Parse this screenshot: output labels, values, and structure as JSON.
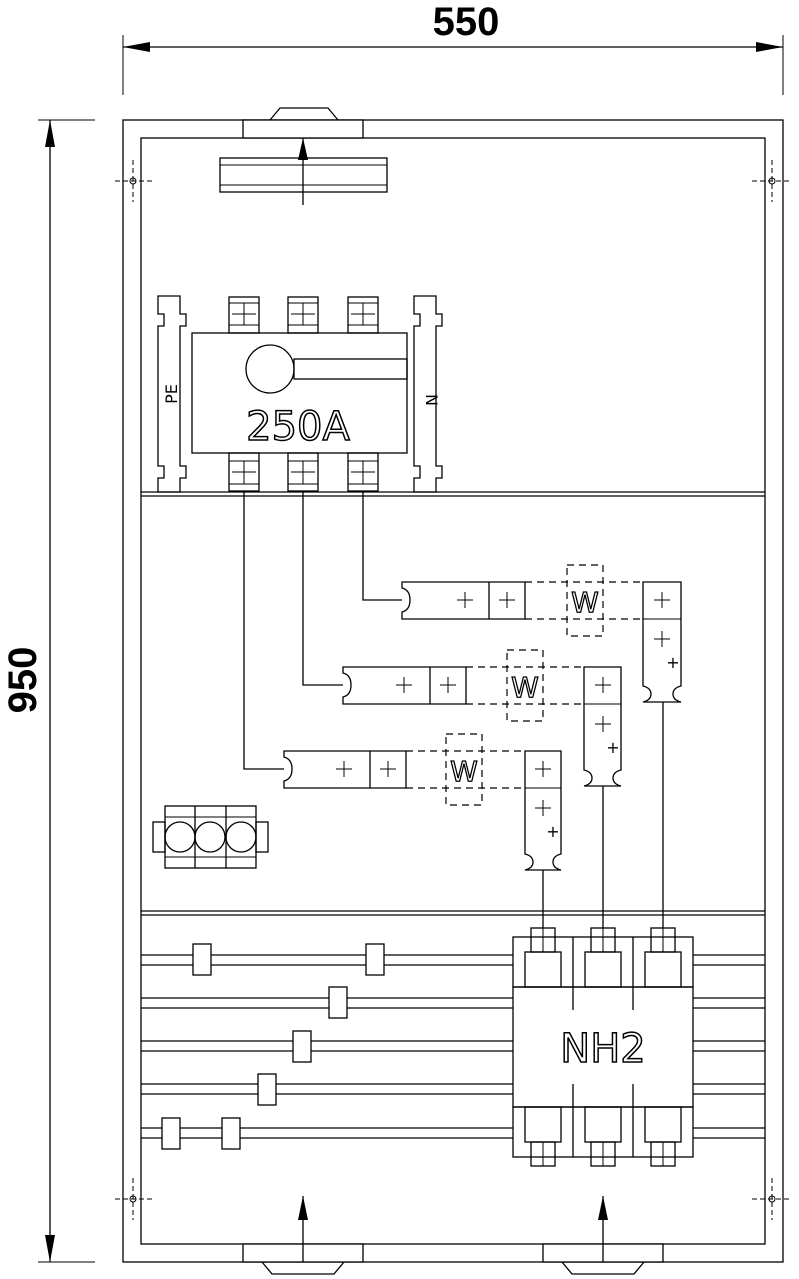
{
  "dimensions": {
    "width": "550",
    "height": "950"
  },
  "main_switch": {
    "rating": "250A",
    "pe_label": "PE",
    "n_label": "N"
  },
  "fuse_base": {
    "label": "NH2"
  },
  "terminals": [
    {
      "id": "t1",
      "meter_label": "W",
      "plus": "+"
    },
    {
      "id": "t2",
      "meter_label": "W",
      "plus": "+"
    },
    {
      "id": "t3",
      "meter_label": "W",
      "plus": "+"
    }
  ],
  "colors": {
    "line": "#000000",
    "background": "#ffffff"
  }
}
